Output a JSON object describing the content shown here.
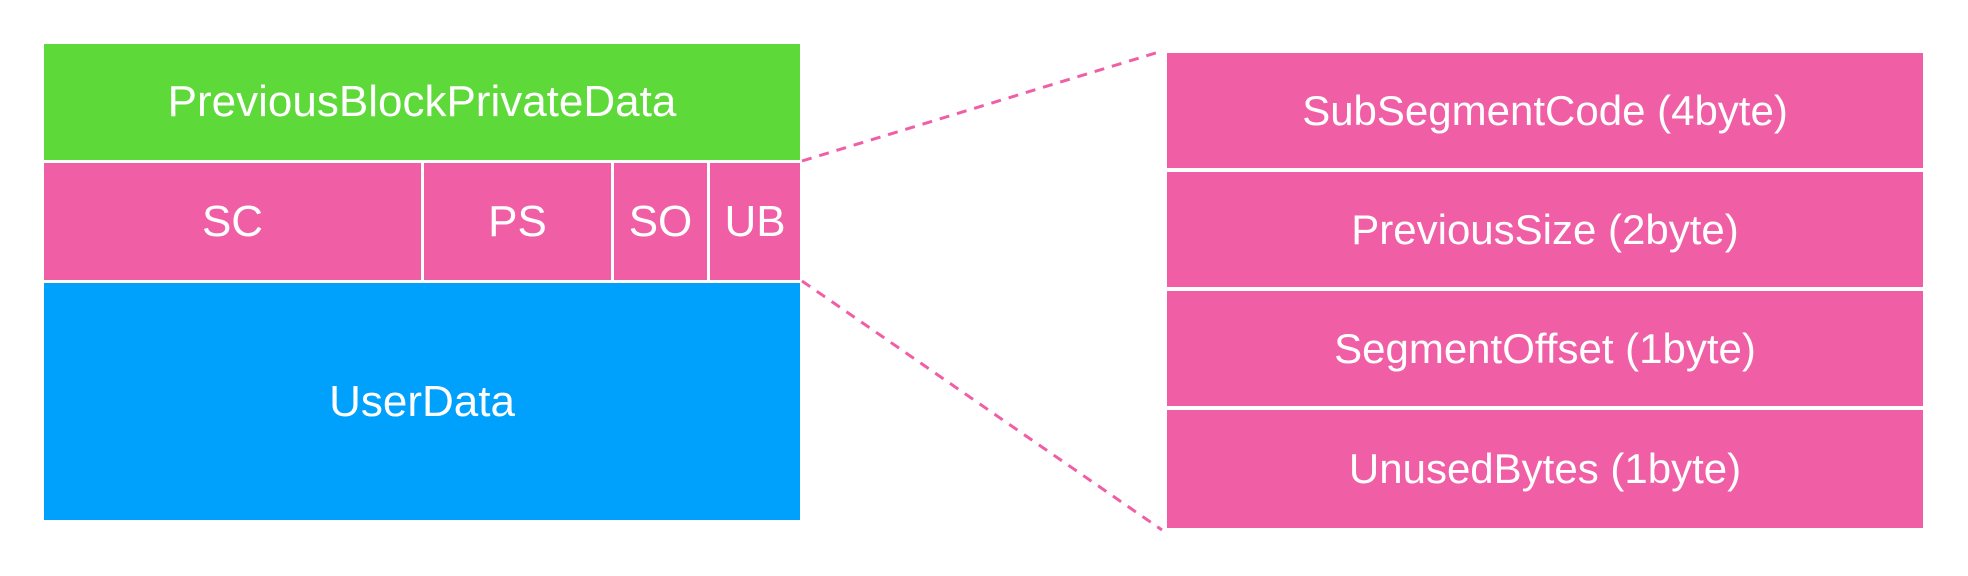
{
  "colors": {
    "header_green": "#5dd939",
    "field_pink": "#f05fa5",
    "user_blue": "#00a0fd",
    "connector_pink": "#f05fa5"
  },
  "left_block": {
    "header": "PreviousBlockPrivateData",
    "fields": {
      "sc": "SC",
      "ps": "PS",
      "so": "SO",
      "ub": "UB"
    },
    "user_data": "UserData"
  },
  "right_block": {
    "items": [
      "SubSegmentCode (4byte)",
      "PreviousSize (2byte)",
      "SegmentOffset (1byte)",
      "UnusedBytes (1byte)"
    ]
  }
}
